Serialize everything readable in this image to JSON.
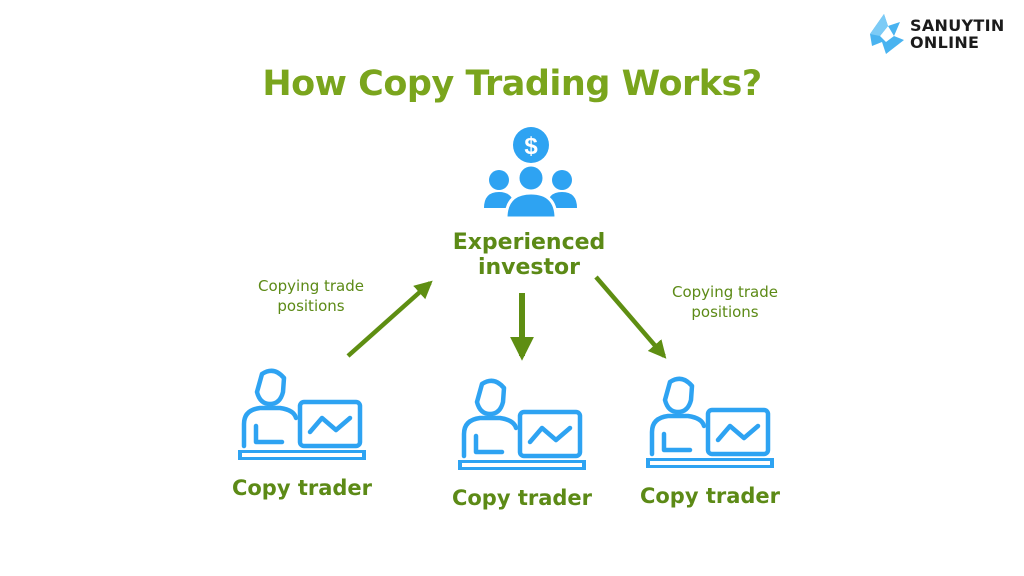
{
  "brand": {
    "line1": "SANUYTIN",
    "line2": "ONLINE"
  },
  "title": "How Copy Trading Works?",
  "investor": {
    "label_line1": "Experienced",
    "label_line2": "investor"
  },
  "edges": [
    {
      "label_line1": "Copying trade",
      "label_line2": "positions"
    },
    {
      "label_line1": "Copying trade",
      "label_line2": "positions"
    }
  ],
  "traders": [
    {
      "label": "Copy trader"
    },
    {
      "label": "Copy trader"
    },
    {
      "label": "Copy trader"
    }
  ],
  "colors": {
    "title": "#7aa51d",
    "label": "#5c8a16",
    "arrow": "#5e8e12",
    "icon": "#2ea3f2"
  },
  "icons": {
    "investor": "investor-group-dollar-icon",
    "trader": "trader-laptop-chart-icon",
    "brand": "wolf-logo-icon"
  }
}
